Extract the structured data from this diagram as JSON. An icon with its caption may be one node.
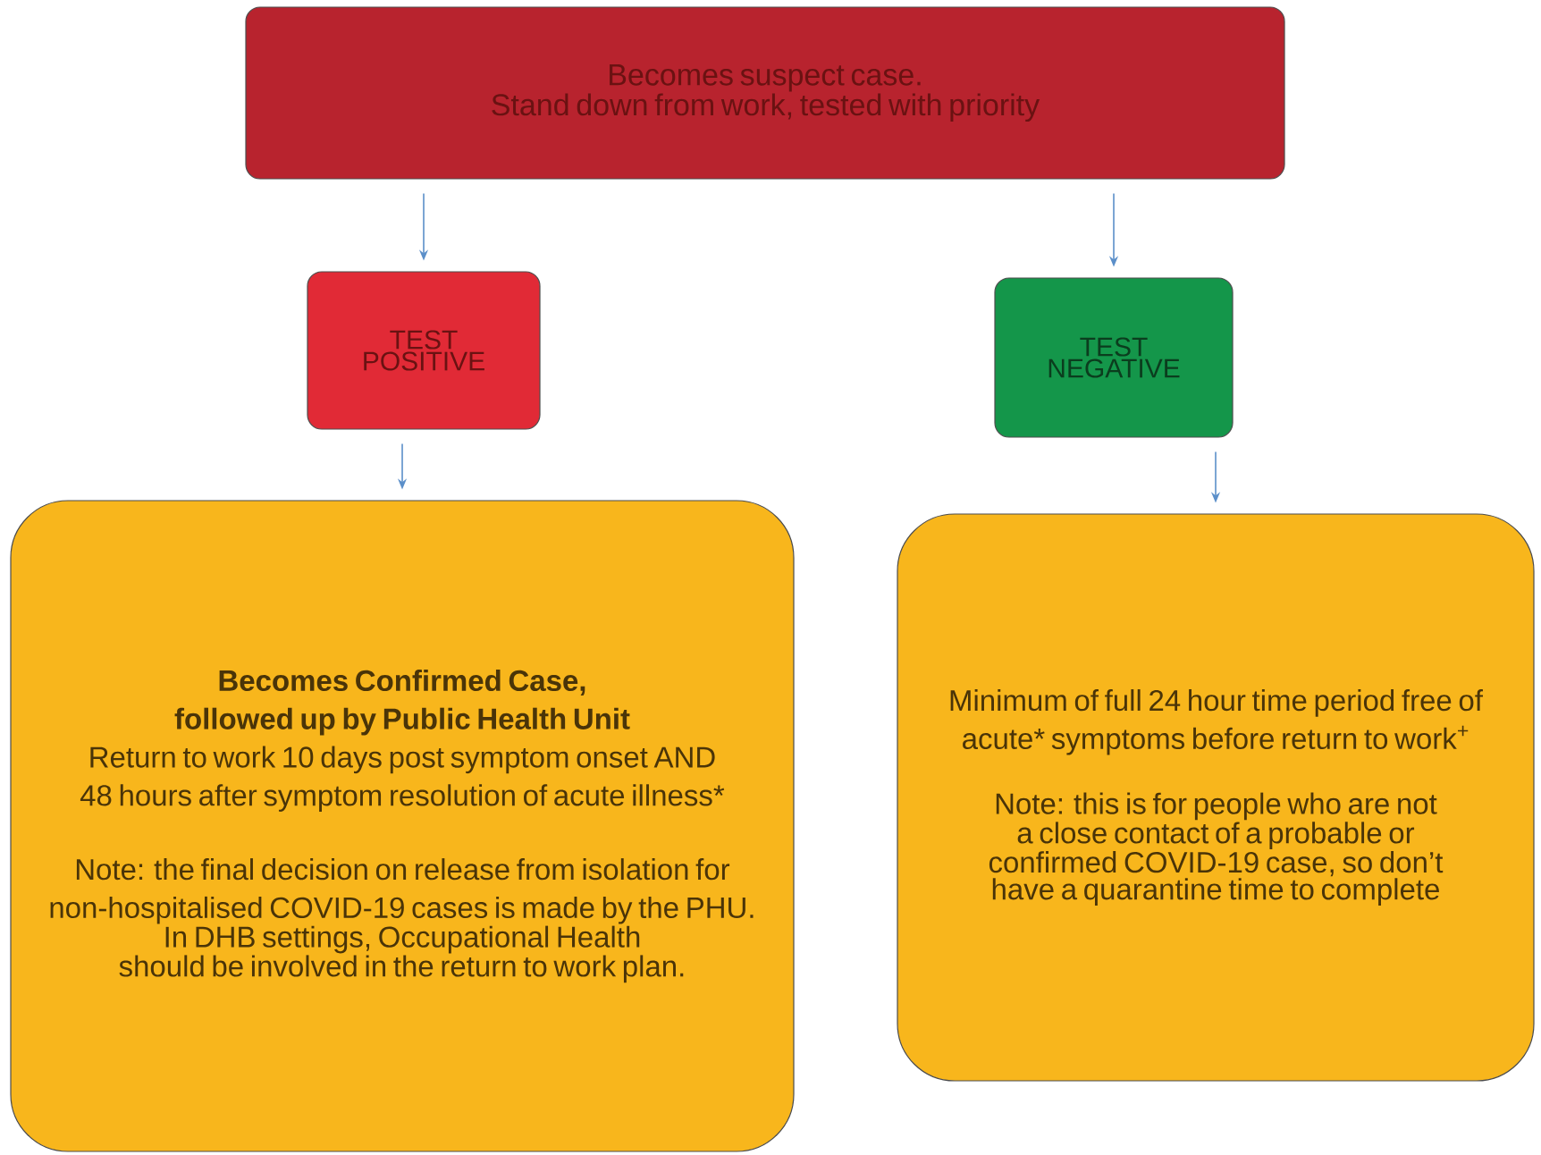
{
  "diagram": {
    "nodes": [
      {
        "text": [
          "Becomes suspect case.",
          "Stand down from work, tested with priority"
        ]
      },
      {
        "text": [
          "TEST POSITIVE"
        ]
      },
      {
        "text": [
          "TEST NEGATIVE"
        ]
      },
      {
        "text": [
          "Becomes Confirmed Case, followed up by Public Health Unit",
          "Return to work 10 days post symptom onset AND 48 hours after symptom resolution of acute illness*",
          "Note: the final decision on release from isolation for non-hospitalised COVID-19 cases is made by the PHU.",
          "In DHB settings, Occupational Health should be involved in the return to work plan."
        ]
      },
      {
        "text": [
          "Minimum of full 24 hour time period free of acute* symptoms before return to work$^{+}$",
          "Note: this is for people who are not a close contact of a probable or confirmed COVID-19 case, so don’t have a quarantine time to complete"
        ]
      }
    ],
    "edges": [
      {
        "from": 0,
        "to": 1,
        "arrow": "to"
      },
      {
        "from": 0,
        "to": 2,
        "arrow": "to"
      },
      {
        "from": 1,
        "to": 3,
        "arrow": "to"
      },
      {
        "from": 2,
        "to": 4,
        "arrow": "to"
      }
    ]
  }
}
